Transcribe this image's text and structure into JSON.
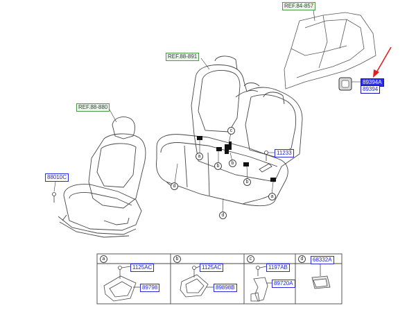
{
  "refs": {
    "quarter_panel": "REF.84-857",
    "rear_seat": "REF.88-891",
    "front_seat": "REF.88-880"
  },
  "parts": {
    "highlight_top": "89394A",
    "highlight_bottom": "89394",
    "bolt_rear": "11233",
    "front_seat_part": "88010C"
  },
  "callouts": [
    "a",
    "b",
    "c",
    "d"
  ],
  "detail_panels": [
    {
      "letter": "a",
      "part1": "1125AC",
      "part2": "89798"
    },
    {
      "letter": "b",
      "part1": "1125AC",
      "part2": "89898B"
    },
    {
      "letter": "c",
      "part1": "1197AB",
      "part2": "89720A"
    },
    {
      "letter": "d",
      "part1": "68332A"
    }
  ],
  "colors": {
    "line": "#444444",
    "highlight_fill": "#2a2af0",
    "pointer_arrow": "#e02020",
    "ref_fill": "#eaf6ea",
    "ref_border": "#4a9a4a",
    "part_text": "#1a1adf"
  }
}
